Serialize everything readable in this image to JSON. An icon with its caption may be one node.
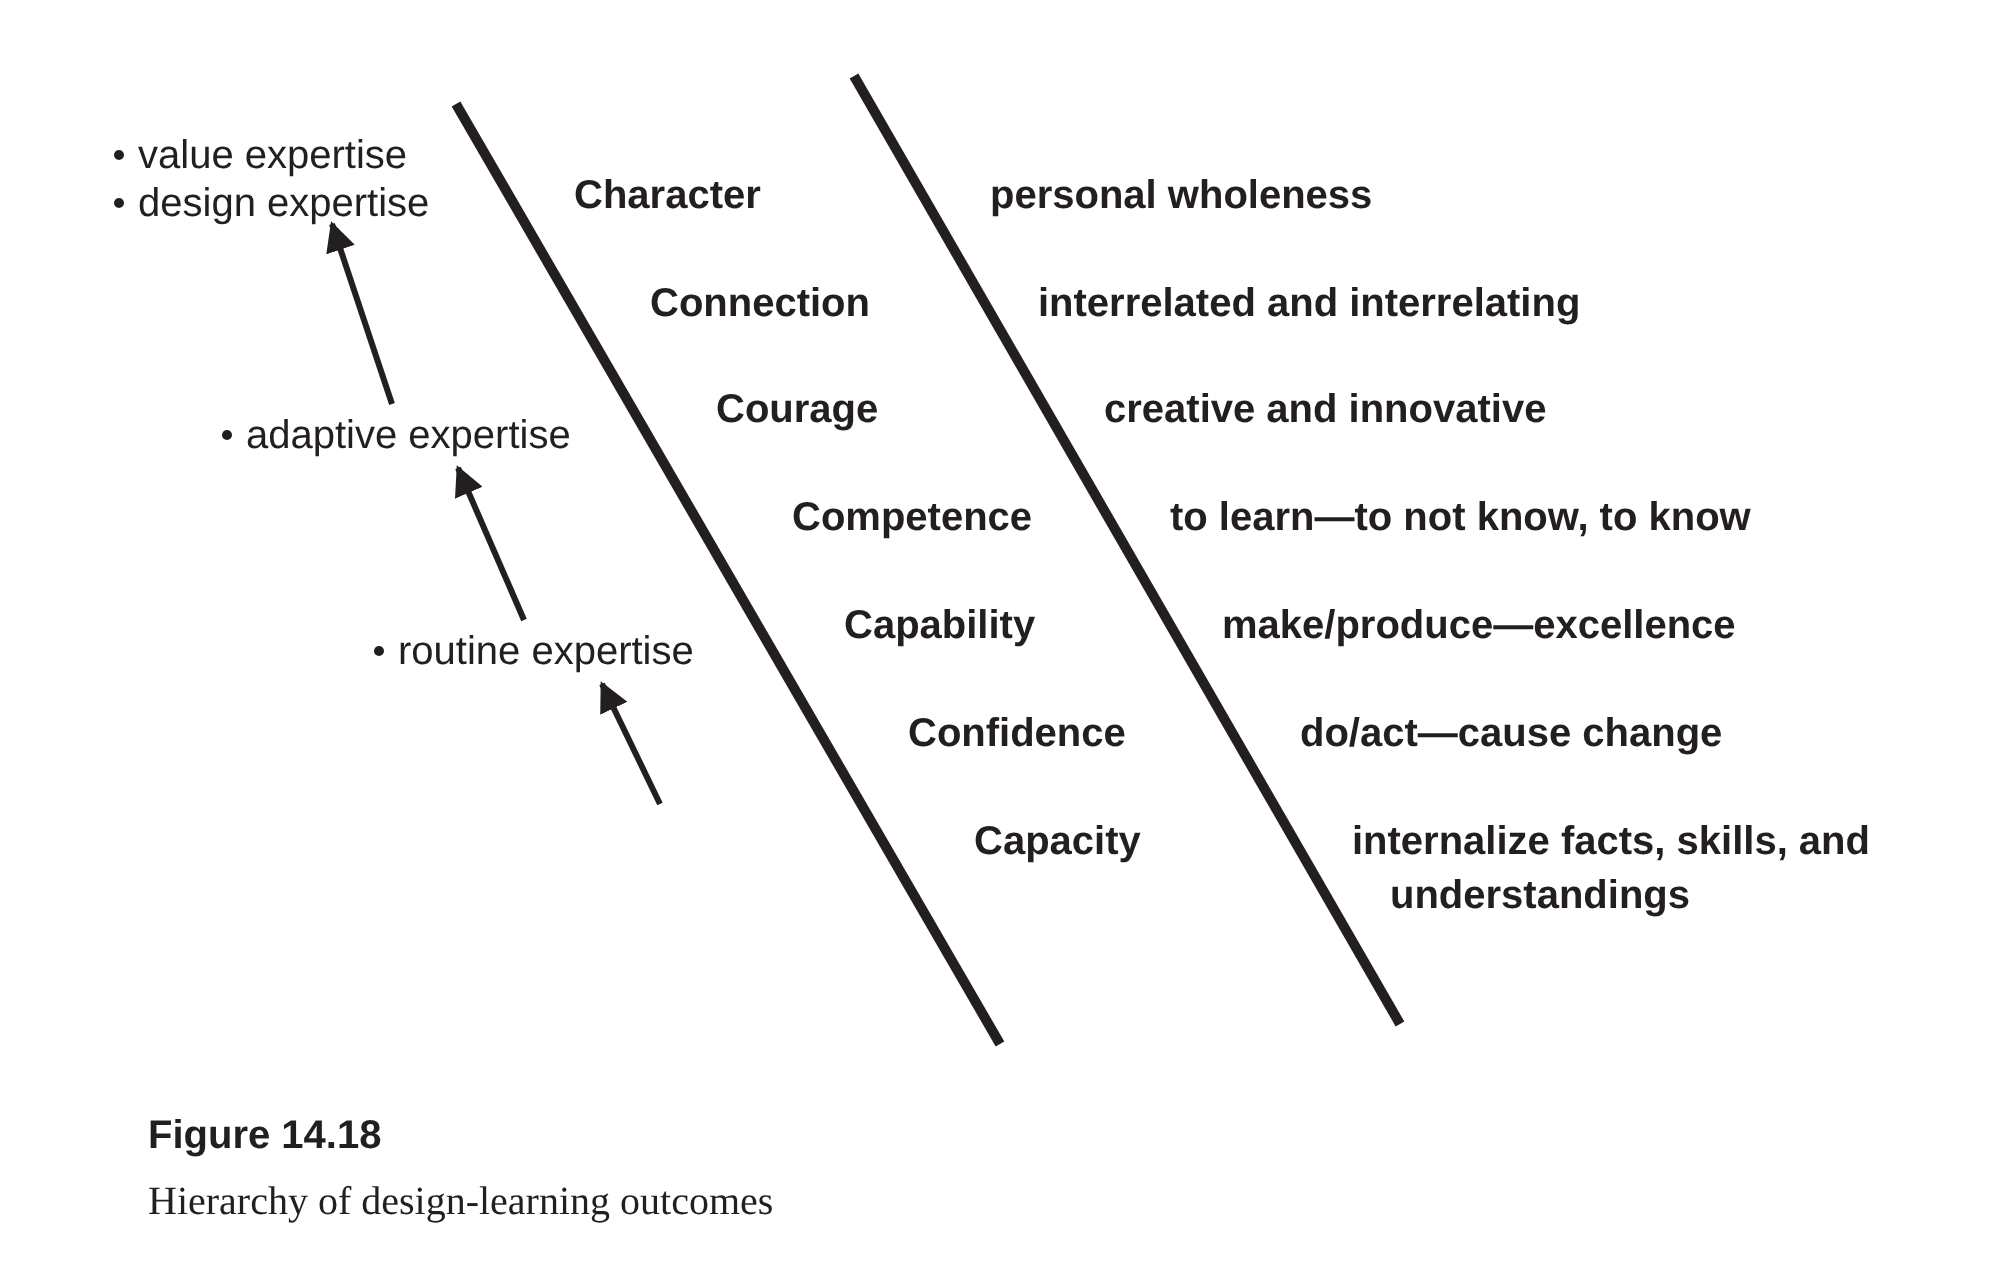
{
  "diagram": {
    "title": "Figure 14.18",
    "caption": "Hierarchy of design-learning outcomes",
    "nodes": [
      {
        "text": [
          "value expertise",
          "design expertise"
        ]
      },
      {
        "text": [
          "adaptive expertise"
        ]
      },
      {
        "text": [
          "routine expertise"
        ]
      }
    ],
    "edges": [
      {
        "from": null,
        "to": 2,
        "arrow": "to"
      },
      {
        "from": 2,
        "to": 1,
        "arrow": "to"
      },
      {
        "from": 1,
        "to": 0,
        "arrow": "to"
      }
    ],
    "labels": [
      "Character",
      "personal wholeness",
      "Connection",
      "interrelated and interrelating",
      "Courage",
      "creative and innovative",
      "Competence",
      "to learn—to not know, to know",
      "Capability",
      "make/produce—excellence",
      "Confidence",
      "do/act—cause change",
      "Capacity",
      "internalize facts, skills, and understandings"
    ]
  }
}
